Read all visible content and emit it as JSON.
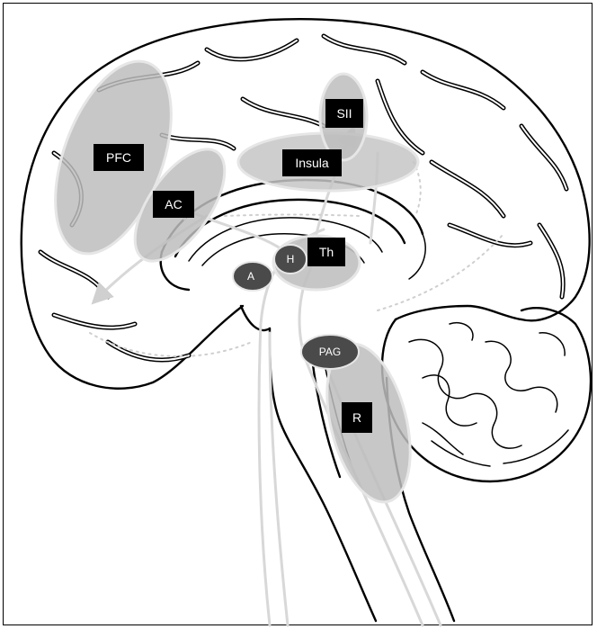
{
  "regions": {
    "pfc": "PFC",
    "ac": "AC",
    "sii": "SII",
    "insula": "Insula",
    "th": "Th",
    "h": "H",
    "a": "A",
    "pag": "PAG",
    "r": "R"
  },
  "colors": {
    "region_light": "#bdbdbd",
    "region_dark": "#4a4a4a",
    "label_box": "#000000",
    "pathway": "#d8d8d8"
  }
}
